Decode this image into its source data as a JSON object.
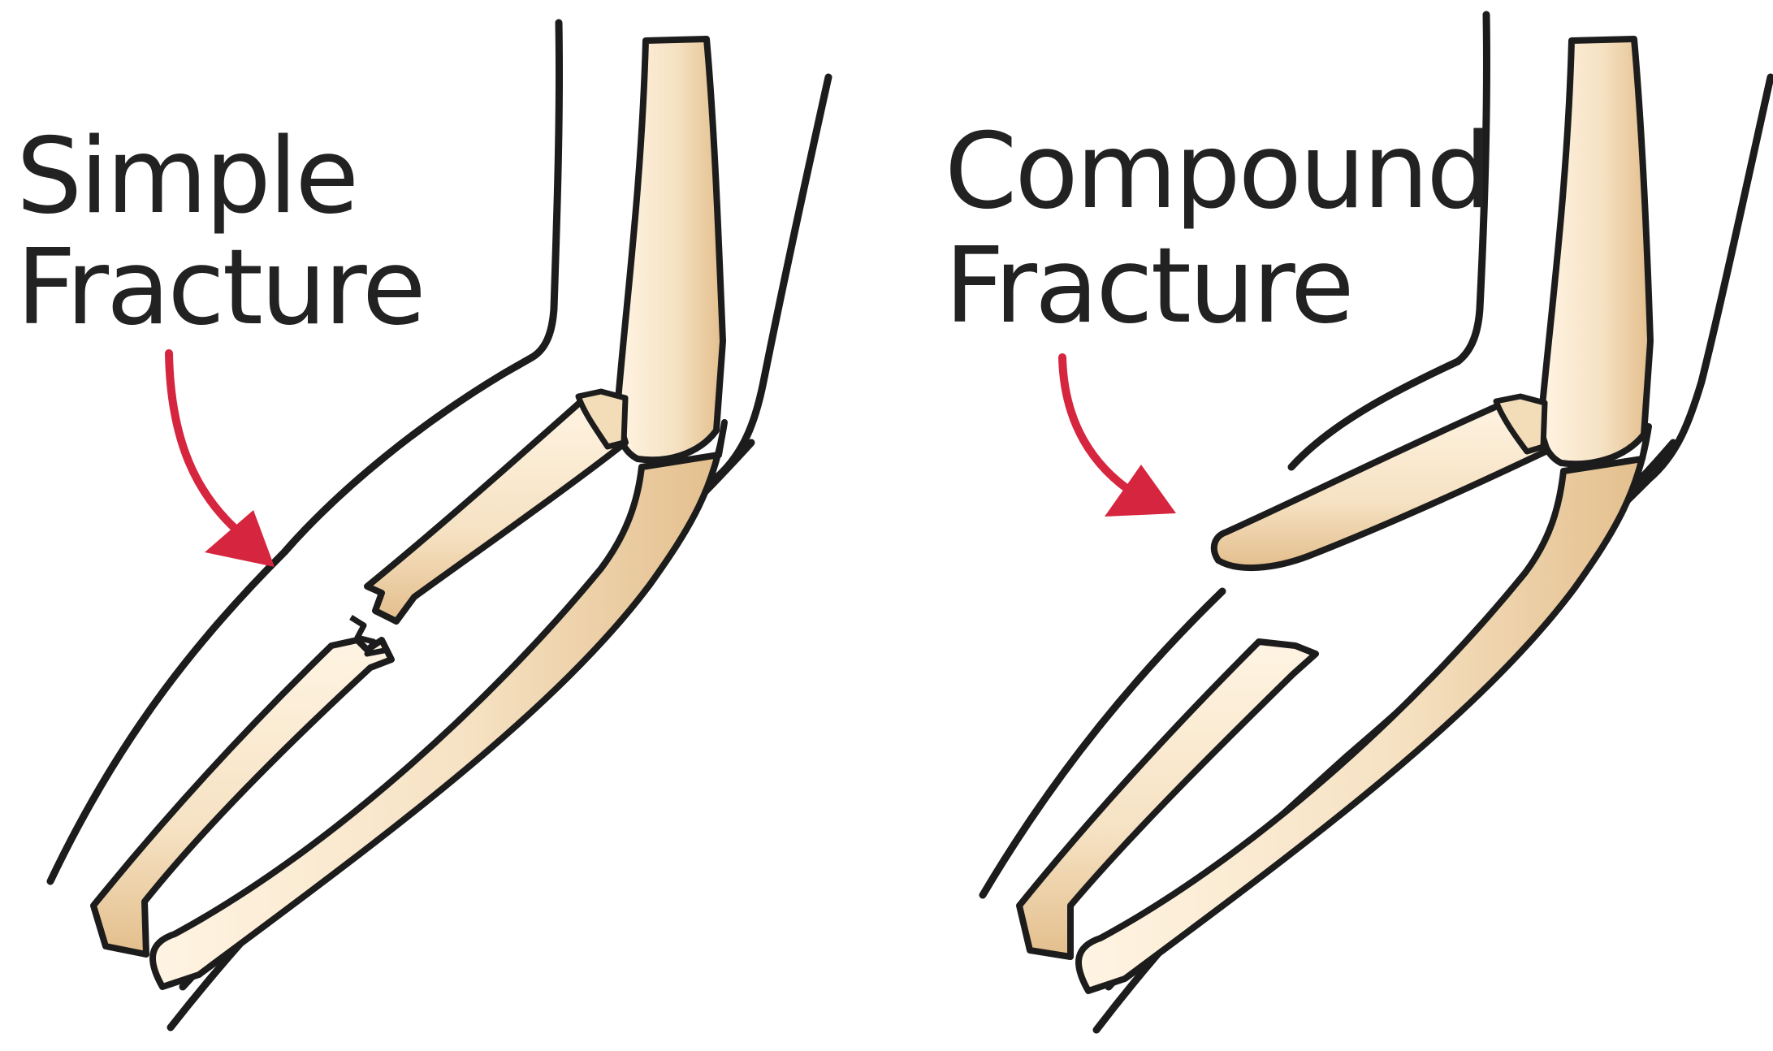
{
  "palette": {
    "bone": "#f6e2c3",
    "bone_shade": "#e7c594",
    "outline": "#1c1c1c",
    "arrow": "#d6263f",
    "background": "#ffffff"
  },
  "panels": [
    {
      "id": "simple",
      "label_lines": [
        "Simple",
        "Fracture"
      ]
    },
    {
      "id": "compound",
      "label_lines": [
        "Compound",
        "Fracture"
      ]
    }
  ]
}
